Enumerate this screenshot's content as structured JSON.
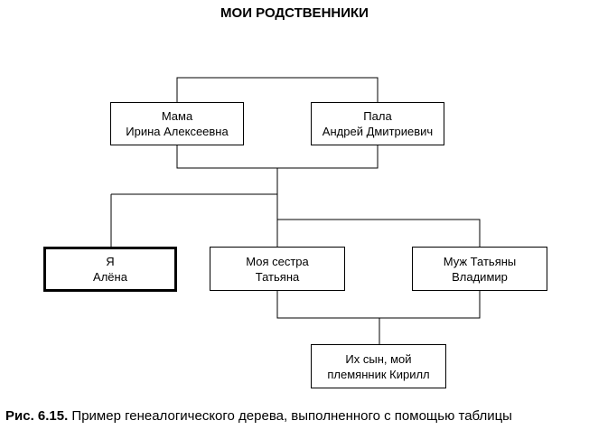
{
  "title": "МОИ РОДСТВЕННИКИ",
  "nodes": {
    "mother": {
      "line1": "Мама",
      "line2": "Ирина Алексеевна"
    },
    "father": {
      "line1": "Пала",
      "line2": "Андрей Дмитриевич"
    },
    "me": {
      "line1": "Я",
      "line2": "Алёна"
    },
    "sister": {
      "line1": "Моя сестра",
      "line2": "Татьяна"
    },
    "husband": {
      "line1": "Муж Татьяны",
      "line2": "Владимир"
    },
    "nephew": {
      "line1": "Их сын, мой",
      "line2": "племянник Кирилл"
    }
  },
  "caption": {
    "label": "Рис. 6.15.",
    "text": " Пример генеалогического дерева, выполненного с помощью таблицы"
  }
}
